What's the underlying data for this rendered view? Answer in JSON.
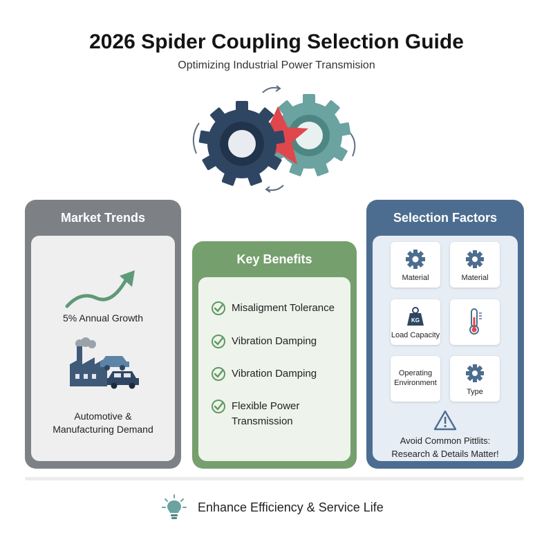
{
  "header": {
    "title": "2026 Spider Coupling Selection Guide",
    "subtitle": "Optimizing Industrial Power Transmision"
  },
  "icons": {
    "hero": "spider-coupling-gears",
    "growth": "trend-up-arrow",
    "industry": "factory-and-cars",
    "check": "check-circle",
    "material": "gear",
    "load": "weight-kg",
    "environment": "thermometer",
    "type": "gear",
    "warning": "warning-triangle",
    "footer": "lightbulb"
  },
  "colors": {
    "market": "#7d8186",
    "benefits": "#769f6e",
    "factors": "#4d6d90",
    "gear_dark": "#2f4663",
    "gear_teal": "#6aa3a0",
    "spider_red": "#e0474c"
  },
  "market": {
    "title": "Market Trends",
    "growth": "5% Annual Growth",
    "demand_line1": "Automotive &",
    "demand_line2": "Manufacturing Demand"
  },
  "benefits": {
    "title": "Key Benefits",
    "items": [
      {
        "text": "Misaligment Tolerance"
      },
      {
        "text": "Vibration Damping"
      },
      {
        "text": "Vibration Damping"
      },
      {
        "line1": "Flexible Power",
        "line2": "Transmission"
      }
    ]
  },
  "factors": {
    "title": "Selection Factors",
    "tiles": [
      {
        "label": "Material"
      },
      {
        "label": "Material"
      },
      {
        "label": "Load Capacity",
        "badge": "KG"
      },
      {
        "label": ""
      },
      {
        "line1": "Operating",
        "line2": "Environment"
      },
      {
        "label": "Type"
      }
    ],
    "warning_line1": "Avoid Common Pittlits:",
    "warning_line2": "Research & Details Matter!"
  },
  "footer": {
    "text": "Enhance Efficiency & Service Life"
  }
}
